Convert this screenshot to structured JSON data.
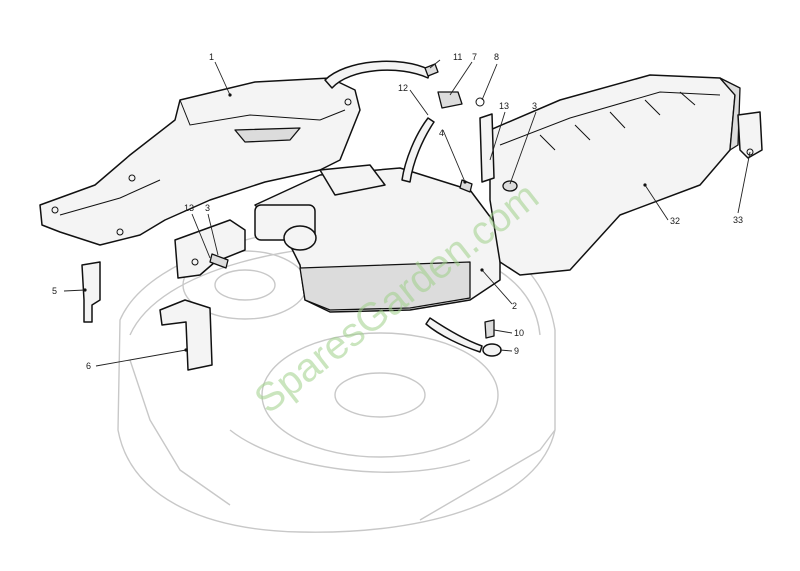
{
  "watermark": "SparesGarden.com",
  "callouts": {
    "c1": "1",
    "c11": "11",
    "c7": "7",
    "c8": "8",
    "c12": "12",
    "c13a": "13",
    "c3a": "3",
    "c4": "4",
    "c13b": "13",
    "c3b": "3",
    "c32": "32",
    "c33": "33",
    "c5": "5",
    "c2": "2",
    "c10": "10",
    "c9": "9",
    "c6": "6"
  }
}
